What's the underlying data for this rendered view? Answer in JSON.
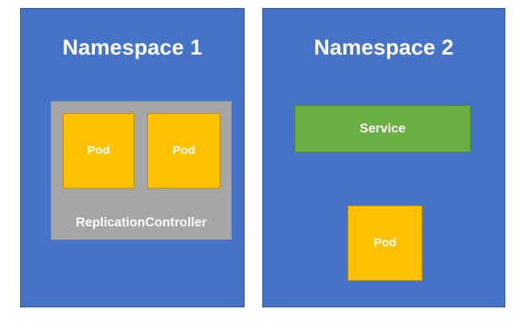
{
  "diagram": {
    "type": "kubernetes-namespace-diagram",
    "background_color": "#FFFFFF",
    "namespaces": [
      {
        "id": "namespace-1",
        "title": "Namespace 1",
        "color": "#4573C7",
        "border_color": "#2F5597",
        "groups": [
          {
            "id": "replication-controller",
            "label": "ReplicationController",
            "color": "#A6A6A6",
            "pods": [
              {
                "id": "pod-rc-1",
                "label": "Pod",
                "color": "#FFC000"
              },
              {
                "id": "pod-rc-2",
                "label": "Pod",
                "color": "#FFC000"
              }
            ]
          }
        ]
      },
      {
        "id": "namespace-2",
        "title": "Namespace 2",
        "color": "#4573C7",
        "border_color": "#2F5597",
        "service": {
          "id": "service",
          "label": "Service",
          "color": "#6CAF45"
        },
        "pods": [
          {
            "id": "pod-ns2",
            "label": "Pod",
            "color": "#FFC000"
          }
        ]
      }
    ]
  }
}
